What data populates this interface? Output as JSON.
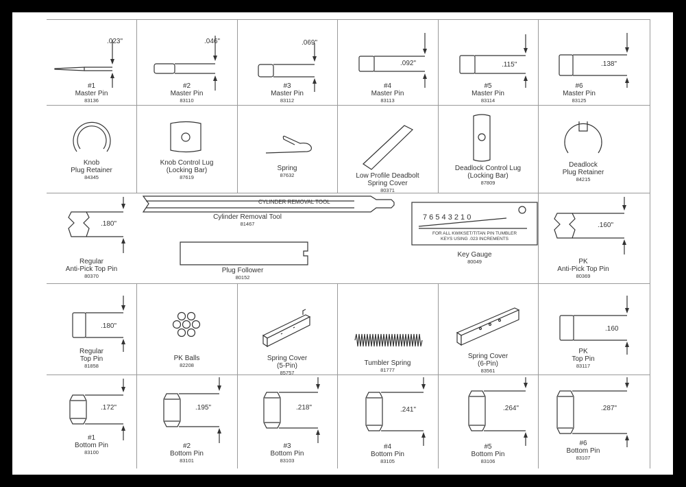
{
  "row1": [
    {
      "dim": ".023\"",
      "line1": "#1",
      "line2": "Master Pin",
      "code": "83136"
    },
    {
      "dim": ".046\"",
      "line1": "#2",
      "line2": "Master Pin",
      "code": "83110"
    },
    {
      "dim": ".069\"",
      "line1": "#3",
      "line2": "Master Pin",
      "code": "83112"
    },
    {
      "dim": ".092\"",
      "line1": "#4",
      "line2": "Master Pin",
      "code": "83113"
    },
    {
      "dim": ".115\"",
      "line1": "#5",
      "line2": "Master Pin",
      "code": "83114"
    },
    {
      "dim": ".138\"",
      "line1": "#6",
      "line2": "Master Pin",
      "code": "83125"
    }
  ],
  "row2": [
    {
      "line1": "Knob",
      "line2": "Plug Retainer",
      "code": "84345"
    },
    {
      "line1": "Knob Control Lug",
      "line2": "(Locking Bar)",
      "code": "87619"
    },
    {
      "line1": "Spring",
      "line2": "",
      "code": "87632"
    },
    {
      "line1": "Low Profile Deadbolt",
      "line2": "Spring Cover",
      "code": "80371"
    },
    {
      "line1": "Deadlock Control Lug",
      "line2": "(Locking Bar)",
      "code": "87809"
    },
    {
      "line1": "Deadlock",
      "line2": "Plug Retainer",
      "code": "84215"
    }
  ],
  "row3": {
    "regular_antipick": {
      "dim": ".180\"",
      "line1": "Regular",
      "line2": "Anti-Pick Top Pin",
      "code": "80370"
    },
    "removal_tool": {
      "label": "CYLINDER REMOVAL TOOL",
      "name": "Cylinder Removal Tool",
      "code": "81467"
    },
    "plug_follower": {
      "name": "Plug Follower",
      "code": "80152"
    },
    "key_gauge": {
      "digits": "7 6 5 4 3 2 1 0",
      "note1": "FOR ALL KWIKSET/TITAN PIN TUMBLER",
      "note2": "KEYS USING .023 INCREMENTS",
      "name": "Key Gauge",
      "code": "80049"
    },
    "pk_antipick": {
      "dim": ".160\"",
      "line1": "PK",
      "line2": "Anti-Pick Top Pin",
      "code": "80369"
    }
  },
  "row4": [
    {
      "dim": ".180\"",
      "line1": "Regular",
      "line2": "Top Pin",
      "code": "81858"
    },
    {
      "line1": "PK Balls",
      "line2": "",
      "code": "82208"
    },
    {
      "line1": "Spring Cover",
      "line2": "(5-Pin)",
      "code": "85757"
    },
    {
      "line1": "Tumbler Spring",
      "line2": "",
      "code": "81777"
    },
    {
      "line1": "Spring Cover",
      "line2": "(6-Pin)",
      "code": "83561"
    },
    {
      "dim": ".160",
      "line1": "PK",
      "line2": "Top Pin",
      "code": "83117"
    }
  ],
  "row5": [
    {
      "dim": ".172\"",
      "line1": "#1",
      "line2": "Bottom Pin",
      "code": "83100"
    },
    {
      "dim": ".195\"",
      "line1": "#2",
      "line2": "Bottom Pin",
      "code": "83101"
    },
    {
      "dim": ".218\"",
      "line1": "#3",
      "line2": "Bottom Pin",
      "code": "83103"
    },
    {
      "dim": ".241\"",
      "line1": "#4",
      "line2": "Bottom Pin",
      "code": "83105"
    },
    {
      "dim": ".264\"",
      "line1": "#5",
      "line2": "Bottom Pin",
      "code": "83106"
    },
    {
      "dim": ".287\"",
      "line1": "#6",
      "line2": "Bottom Pin",
      "code": "83107"
    }
  ]
}
